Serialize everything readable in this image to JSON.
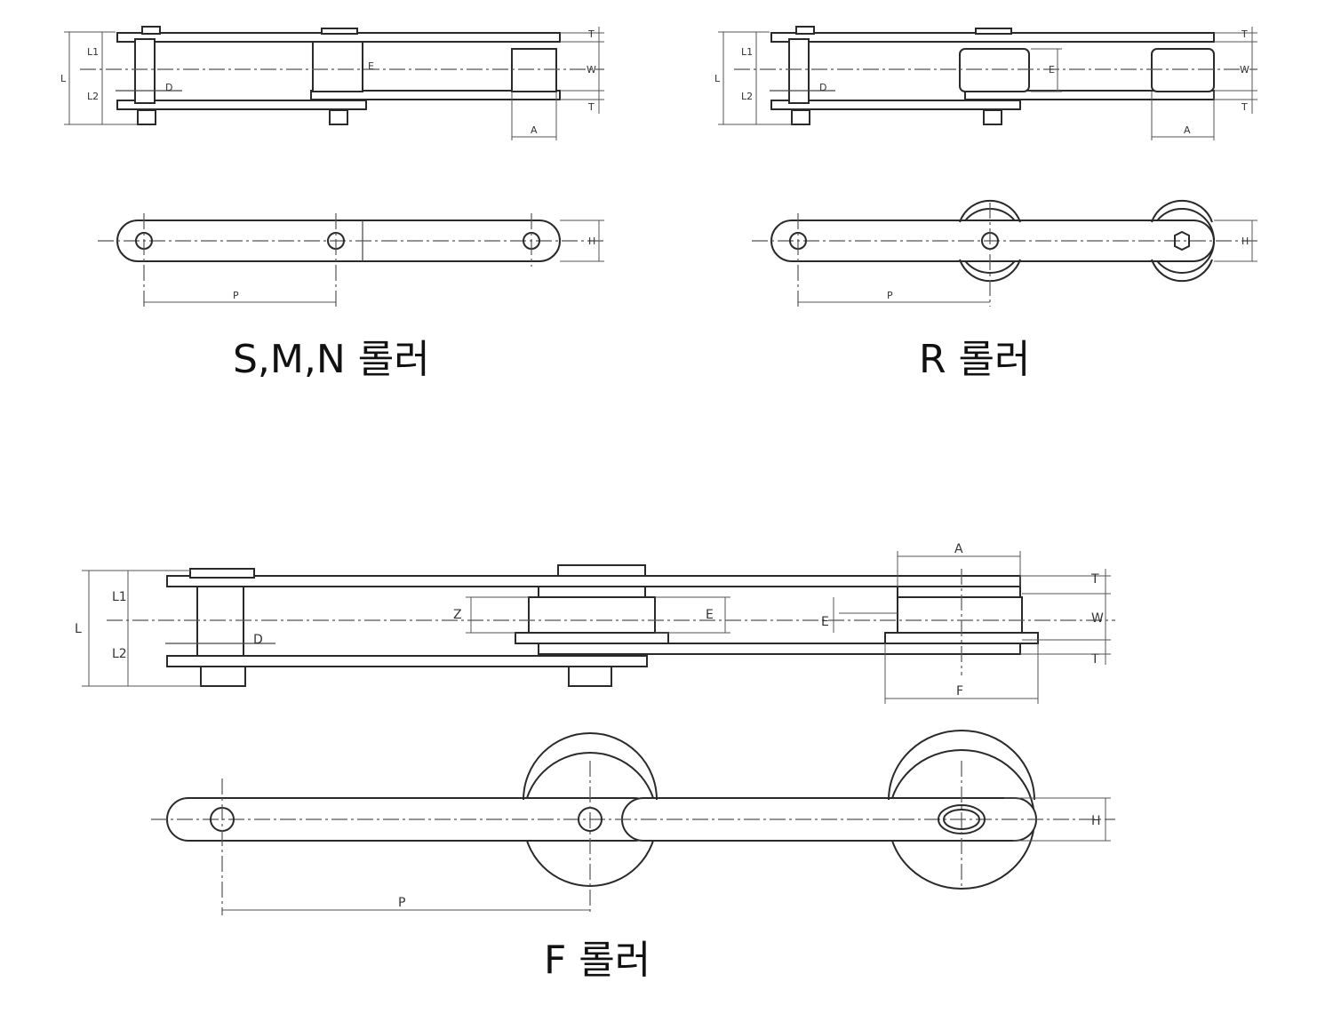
{
  "captions": {
    "smn": "S,M,N 롤러",
    "r": "R 롤러",
    "f": "F 롤러"
  },
  "dims": {
    "L": "L",
    "L1": "L1",
    "L2": "L2",
    "D": "D",
    "E": "E",
    "W": "W",
    "T": "T",
    "A": "A",
    "H": "H",
    "P": "P",
    "F": "F",
    "Z": "Z"
  }
}
